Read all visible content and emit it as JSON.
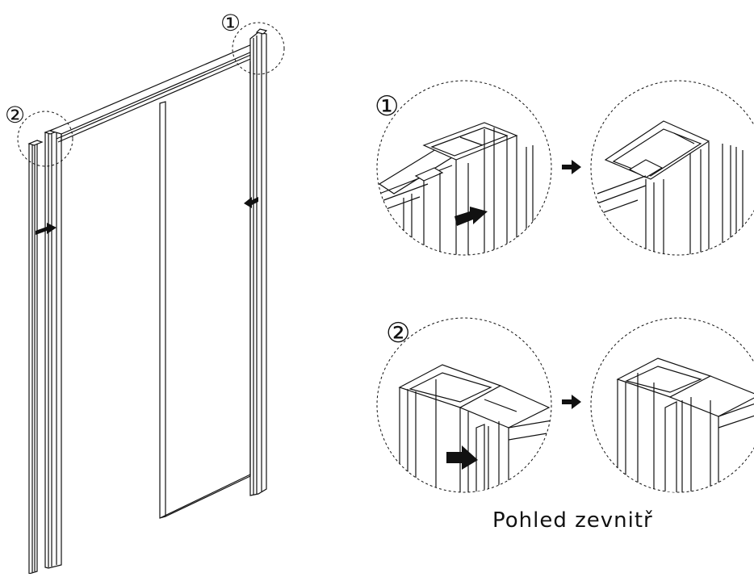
{
  "callouts": {
    "one": "①",
    "two": "②"
  },
  "caption": "Pohled zevnitř",
  "colors": {
    "line": "#111111",
    "arrow": "#111111",
    "background": "#ffffff"
  },
  "steps": [
    {
      "marker": "①",
      "from": "detail-1-before",
      "to": "detail-1-after",
      "arrow": "arrow-right-icon"
    },
    {
      "marker": "②",
      "from": "detail-2-before",
      "to": "detail-2-after",
      "arrow": "arrow-right-icon"
    }
  ]
}
